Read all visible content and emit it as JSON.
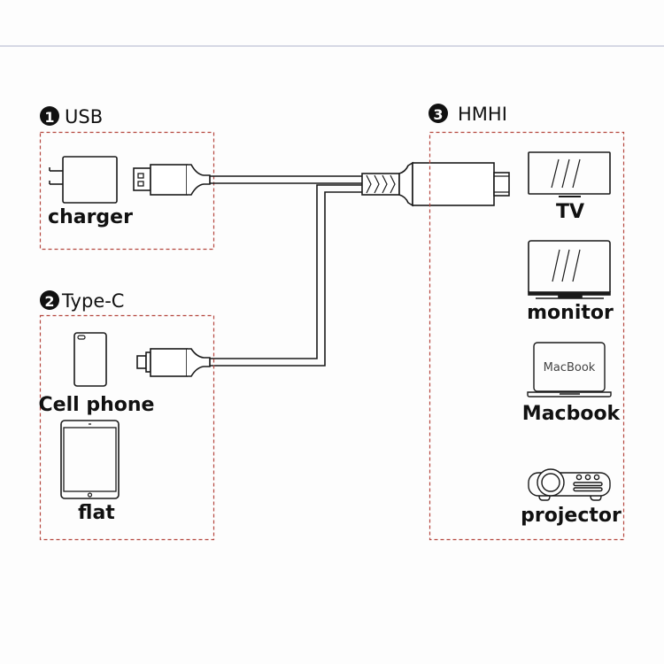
{
  "diagram": {
    "sections": [
      {
        "id": "usb",
        "number": "1",
        "title": "USB",
        "devices": [
          {
            "icon": "charger-icon",
            "label": "charger"
          }
        ],
        "connector": "usb-a-plug"
      },
      {
        "id": "type-c",
        "number": "2",
        "title": "Type-C",
        "devices": [
          {
            "icon": "cell-phone-icon",
            "label": "Cell phone"
          },
          {
            "icon": "tablet-icon",
            "label": "flat"
          }
        ],
        "connector": "usb-c-plug"
      },
      {
        "id": "hdmi",
        "number": "3",
        "title": "HMHI",
        "devices": [
          {
            "icon": "tv-icon",
            "label": "TV"
          },
          {
            "icon": "monitor-icon",
            "label": "monitor"
          },
          {
            "icon": "laptop-icon",
            "label": "Macbook",
            "screen_text": "MacBook"
          },
          {
            "icon": "projector-icon",
            "label": "projector"
          }
        ],
        "connector": "hdmi-plug"
      }
    ],
    "colors": {
      "line": "#1a1a1a",
      "dashed_border": "#b5473f",
      "badge": "#111111",
      "divider": "#d6d8e4"
    }
  }
}
